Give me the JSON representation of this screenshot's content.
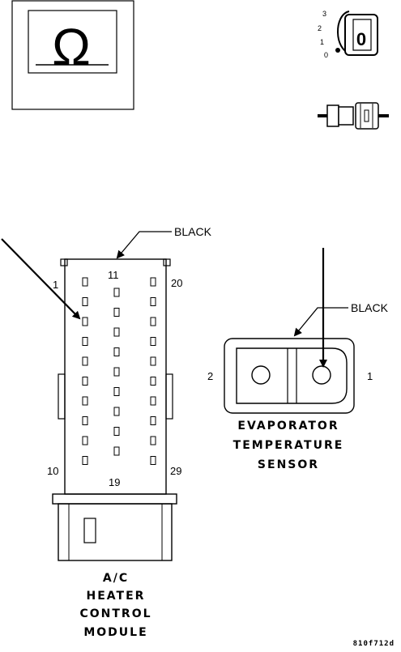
{
  "legend": {
    "ohmmeter_symbol": "Ω",
    "ignition_positions": [
      "3",
      "2",
      "1",
      "0"
    ],
    "ignition_key_symbol": "0"
  },
  "hcm_connector": {
    "color_label": "BLACK",
    "pin_top_left": "1",
    "pin_top_middle": "11",
    "pin_top_right": "20",
    "pin_bottom_left": "10",
    "pin_bottom_middle": "19",
    "pin_bottom_right": "29",
    "name_lines": [
      "A/C",
      "HEATER",
      "CONTROL",
      "MODULE"
    ]
  },
  "sensor_connector": {
    "color_label": "BLACK",
    "pin_left": "2",
    "pin_right": "1",
    "name_lines": [
      "EVAPORATOR",
      "TEMPERATURE",
      "SENSOR"
    ]
  },
  "figure_code": "810f712d"
}
